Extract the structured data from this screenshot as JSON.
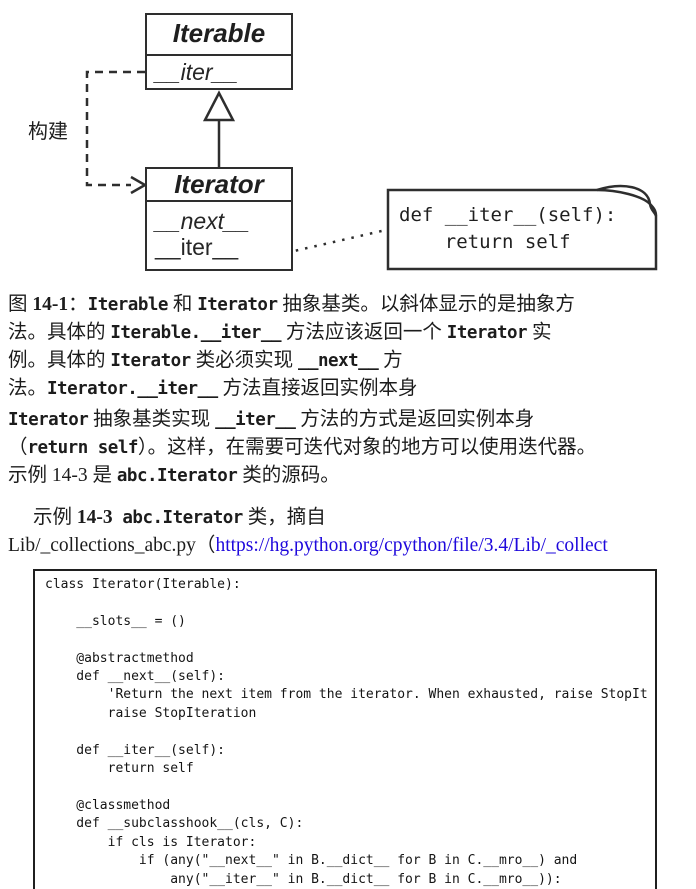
{
  "colors": {
    "ink": "#1c1c1c",
    "link": "#1e08dc",
    "diagram_stroke": "#2e2e2e"
  },
  "figure": {
    "iterable": {
      "name": "Iterable",
      "method_iter": "__iter__"
    },
    "iterator": {
      "name": "Iterator",
      "method_next": "__next__",
      "method_iter": "__iter__"
    },
    "construct_label": "构建",
    "note_lines": [
      "def __iter__(self):",
      "    return self"
    ]
  },
  "caption": {
    "lines": [
      [
        {
          "t": "图 ",
          "s": "plain"
        },
        {
          "t": "14-1",
          "s": "b"
        },
        {
          "t": "：",
          "s": "plain"
        },
        {
          "t": "Iterable",
          "s": "code"
        },
        {
          "t": " 和 ",
          "s": "plain"
        },
        {
          "t": "Iterator",
          "s": "code"
        },
        {
          "t": " 抽象基类。以斜体显示的是抽象方",
          "s": "plain"
        }
      ],
      [
        {
          "t": "法。具体的 ",
          "s": "plain"
        },
        {
          "t": "Iterable.__iter__",
          "s": "code"
        },
        {
          "t": " 方法应该返回一个 ",
          "s": "plain"
        },
        {
          "t": "Iterator",
          "s": "code"
        },
        {
          "t": " 实",
          "s": "plain"
        }
      ],
      [
        {
          "t": "例。具体的 ",
          "s": "plain"
        },
        {
          "t": "Iterator",
          "s": "code"
        },
        {
          "t": " 类必须实现 ",
          "s": "plain"
        },
        {
          "t": "__next__",
          "s": "code"
        },
        {
          "t": " 方",
          "s": "plain"
        }
      ],
      [
        {
          "t": "法。",
          "s": "plain"
        },
        {
          "t": "Iterator.__iter__",
          "s": "code"
        },
        {
          "t": " 方法直接返回实例本身",
          "s": "plain"
        }
      ]
    ]
  },
  "paragraph": {
    "lines": [
      [
        {
          "t": "Iterator",
          "s": "code"
        },
        {
          "t": " 抽象基类实现 ",
          "s": "plain"
        },
        {
          "t": "__iter__",
          "s": "code"
        },
        {
          "t": " 方法的方式是返回实例本身",
          "s": "plain"
        }
      ],
      [
        {
          "t": "（",
          "s": "plain"
        },
        {
          "t": "return self",
          "s": "code"
        },
        {
          "t": "）。这样，在需要可迭代对象的地方可以使用迭代器。",
          "s": "plain"
        }
      ],
      [
        {
          "t": "示例 14-3 是 ",
          "s": "plain"
        },
        {
          "t": "abc.Iterator",
          "s": "code"
        },
        {
          "t": " 类的源码。",
          "s": "plain"
        }
      ]
    ]
  },
  "listing_heading": {
    "line1": [
      {
        "t": "示例 ",
        "s": "plain"
      },
      {
        "t": "14-3",
        "s": "b"
      },
      {
        "t": "  ",
        "s": "plain"
      },
      {
        "t": "abc.Iterator",
        "s": "code"
      },
      {
        "t": " 类，摘自",
        "s": "plain"
      }
    ],
    "line2": [
      {
        "t": "Lib/_collections_abc.py",
        "s": "plain"
      },
      {
        "t": "（",
        "s": "plain"
      },
      {
        "t": "https://hg.python.org/cpython/file/3.4/Lib/_collect",
        "s": "link"
      }
    ]
  },
  "code_listing": {
    "lines": [
      "class Iterator(Iterable):",
      "",
      "    __slots__ = ()",
      "",
      "    @abstractmethod",
      "    def __next__(self):",
      "        'Return the next item from the iterator. When exhausted, raise StopIt",
      "        raise StopIteration",
      "",
      "    def __iter__(self):",
      "        return self",
      "",
      "    @classmethod",
      "    def __subclasshook__(cls, C):",
      "        if cls is Iterator:",
      "            if (any(\"__next__\" in B.__dict__ for B in C.__mro__) and",
      "                any(\"__iter__\" in B.__dict__ for B in C.__mro__)):"
    ]
  }
}
